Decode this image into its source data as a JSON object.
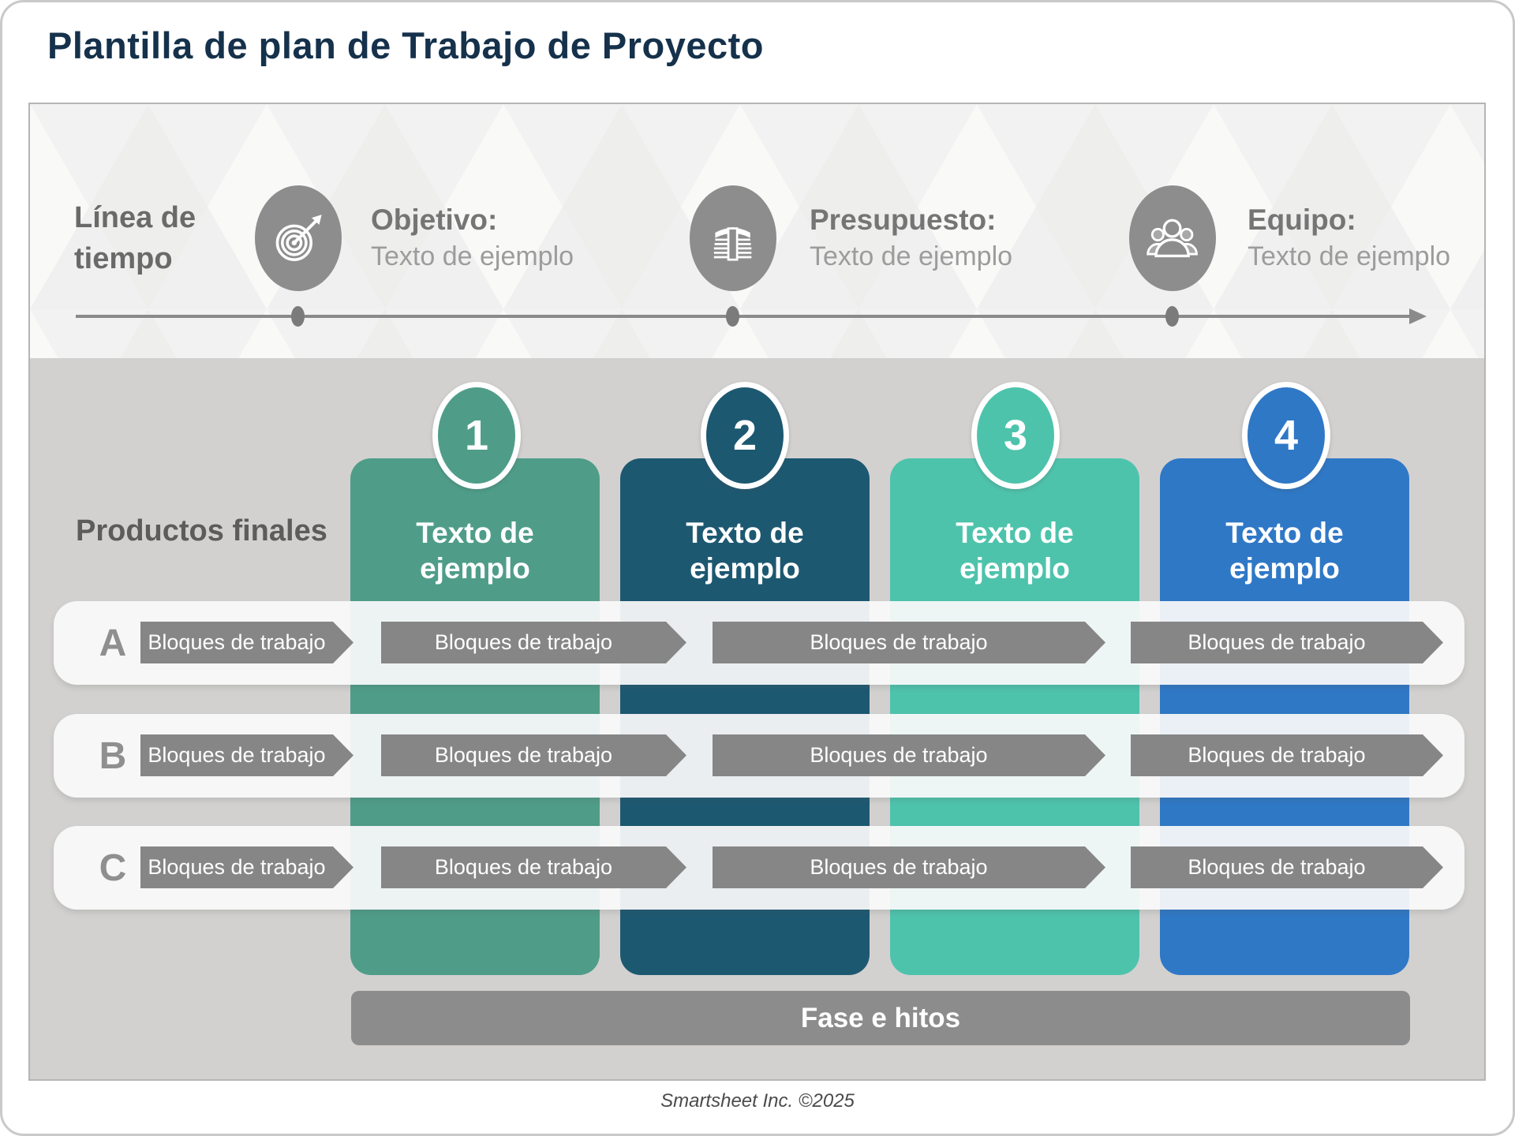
{
  "window": {
    "title": "Plantilla de plan de Trabajo de Proyecto",
    "footer": "Smartsheet Inc. ©2025"
  },
  "timeline": {
    "label": "Línea de tiempo",
    "items": [
      {
        "icon": "target-icon",
        "label": "Objetivo:",
        "value": "Texto de ejemplo"
      },
      {
        "icon": "money-stack-icon",
        "label": "Presupuesto:",
        "value": "Texto de ejemplo"
      },
      {
        "icon": "team-icon",
        "label": "Equipo:",
        "value": "Texto de ejemplo"
      }
    ]
  },
  "deliverables": {
    "label": "Productos finales",
    "columns": [
      {
        "number": "1",
        "text": "Texto de ejemplo",
        "color": "#4f9d89"
      },
      {
        "number": "2",
        "text": "Texto de ejemplo",
        "color": "#1d5871"
      },
      {
        "number": "3",
        "text": "Texto de ejemplo",
        "color": "#4ec3ac"
      },
      {
        "number": "4",
        "text": "Texto de ejemplo",
        "color": "#2f78c6"
      }
    ]
  },
  "work_rows": [
    {
      "label": "A",
      "blocks": [
        "Bloques de trabajo",
        "Bloques de trabajo",
        "Bloques de trabajo",
        "Bloques de trabajo"
      ]
    },
    {
      "label": "B",
      "blocks": [
        "Bloques de trabajo",
        "Bloques de trabajo",
        "Bloques de trabajo",
        "Bloques de trabajo"
      ]
    },
    {
      "label": "C",
      "blocks": [
        "Bloques de trabajo",
        "Bloques de trabajo",
        "Bloques de trabajo",
        "Bloques de trabajo"
      ]
    }
  ],
  "phase_bar": {
    "label": "Fase e hitos"
  },
  "colors": {
    "title_navy": "#15314b",
    "background_gray": "#d2d1d0",
    "icon_gray": "#8d8d8d",
    "work_block_gray": "#868686",
    "phase_bar_gray": "#8c8c8c"
  }
}
